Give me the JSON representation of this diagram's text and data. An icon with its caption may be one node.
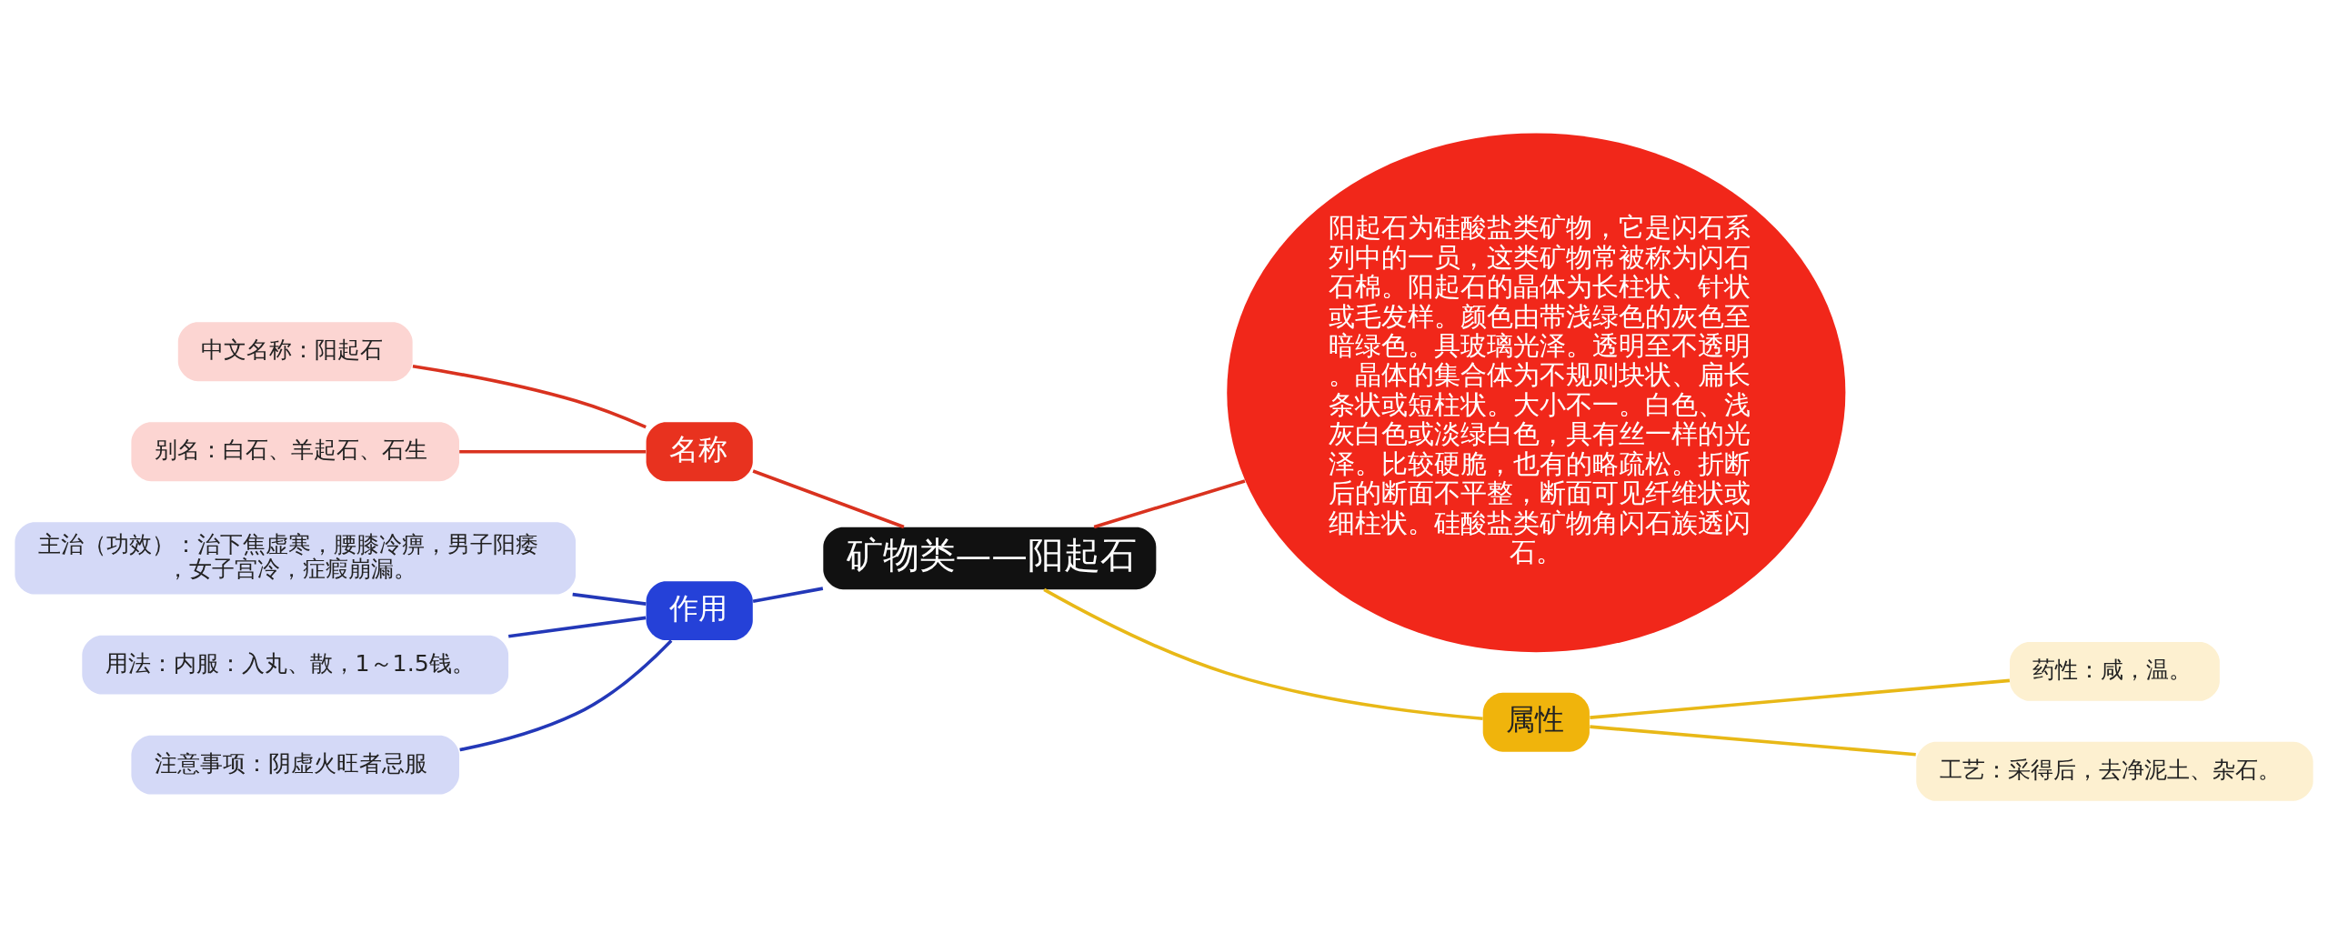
{
  "diagram": {
    "nodes": [
      {
        "text": [
          "矿物类——阳起石"
        ]
      },
      {
        "text": [
          "阳起石为硅酸盐类矿物，它是闪石系列中的一员，这类矿物常被称为闪石石棉。阳起石的晶体为长柱状、针状或毛发样。颜色由带浅绿色的灰色至暗绿色。具玻璃光泽。透明至不透明。晶体的集合体为不规则块状、扁长条状或短柱状。大小不一。白色、浅灰白色或淡绿白色，具有丝一样的光泽。比较硬脆，也有的略疏松。折断后的断面不平整，断面可见纤维状或细柱状。硅酸盐类矿物角闪石族透闪石。"
        ]
      },
      {
        "text": [
          "名称"
        ]
      },
      {
        "text": [
          "中文名称：阳起石"
        ]
      },
      {
        "text": [
          "别名：白石、羊起石、石生"
        ]
      },
      {
        "text": [
          "作用"
        ]
      },
      {
        "text": [
          "主治（功效）：治下焦虚寒，腰膝冷痹，男子阳痿，女子宫冷，症瘕崩漏。"
        ]
      },
      {
        "text": [
          "用法：内服：入丸、散，1～1.5钱。"
        ]
      },
      {
        "text": [
          "注意事项：阴虚火旺者忌服"
        ]
      },
      {
        "text": [
          "属性"
        ]
      },
      {
        "text": [
          "药性：咸，温。"
        ]
      },
      {
        "text": [
          "工艺：采得后，去净泥土、杂石。"
        ]
      }
    ],
    "edges": [
      {
        "from": 0,
        "to": 1,
        "arrow": "none",
        "color": "#d9321f"
      },
      {
        "from": 0,
        "to": 2,
        "arrow": "none",
        "color": "#d9321f"
      },
      {
        "from": 2,
        "to": 3,
        "arrow": "none",
        "color": "#d9321f"
      },
      {
        "from": 2,
        "to": 4,
        "arrow": "none",
        "color": "#d9321f"
      },
      {
        "from": 0,
        "to": 5,
        "arrow": "none",
        "color": "#2338b8"
      },
      {
        "from": 5,
        "to": 6,
        "arrow": "none",
        "color": "#2338b8"
      },
      {
        "from": 5,
        "to": 7,
        "arrow": "none",
        "color": "#2338b8"
      },
      {
        "from": 5,
        "to": 8,
        "arrow": "none",
        "color": "#2338b8"
      },
      {
        "from": 0,
        "to": 9,
        "arrow": "none",
        "color": "#e8b817"
      },
      {
        "from": 9,
        "to": 10,
        "arrow": "none",
        "color": "#e8b817"
      },
      {
        "from": 9,
        "to": 11,
        "arrow": "none",
        "color": "#e8b817"
      }
    ]
  }
}
